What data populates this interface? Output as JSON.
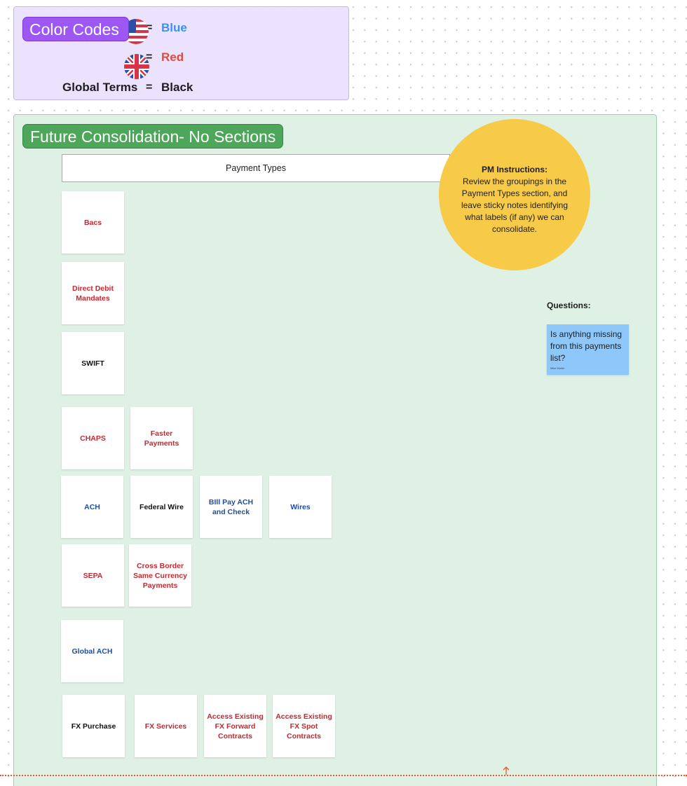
{
  "legend": {
    "title": "Color Codes",
    "rows": [
      {
        "icon": "us-flag-icon",
        "equals": "=",
        "value": "Blue"
      },
      {
        "icon": "uk-flag-icon",
        "equals": "=",
        "value": "Red"
      },
      {
        "label": "Global Terms",
        "equals": "=",
        "value": "Black"
      }
    ],
    "colors": {
      "blue": "#3d90ef",
      "red": "#e04a3a",
      "black": "#1e1e1e"
    }
  },
  "section": {
    "title": "Future Consolidation- No Sections",
    "header": "Payment Types",
    "items": [
      {
        "label": "Bacs",
        "color": "red"
      },
      {
        "label": "Direct Debit Mandates",
        "color": "red"
      },
      {
        "label": "SWIFT",
        "color": "black"
      },
      {
        "label": "CHAPS",
        "color": "red"
      },
      {
        "label": "Faster Payments",
        "color": "red"
      },
      {
        "label": "ACH",
        "color": "blue"
      },
      {
        "label": "Federal Wire",
        "color": "black"
      },
      {
        "label": "BIll Pay ACH and Check",
        "color": "blue"
      },
      {
        "label": "Wires",
        "color": "blue"
      },
      {
        "label": "SEPA",
        "color": "red"
      },
      {
        "label": "Cross Border Same Currency Payments",
        "color": "red"
      },
      {
        "label": "Global ACH",
        "color": "blue"
      },
      {
        "label": "FX Purchase",
        "color": "black"
      },
      {
        "label": "FX Services",
        "color": "red"
      },
      {
        "label": "Access Existing FX Forward Contracts",
        "color": "red"
      },
      {
        "label": "Access Existing FX Spot Contracts",
        "color": "red"
      }
    ],
    "pm_instructions": {
      "heading": "PM Instructions:",
      "body": "Review the groupings in the Payment Types section, and leave sticky notes identifying what labels (if any) we can consolidate."
    },
    "questions": {
      "label": "Questions:",
      "note_text": "Is anything missing from this payments list?",
      "note_author": "Mike Muller"
    }
  }
}
